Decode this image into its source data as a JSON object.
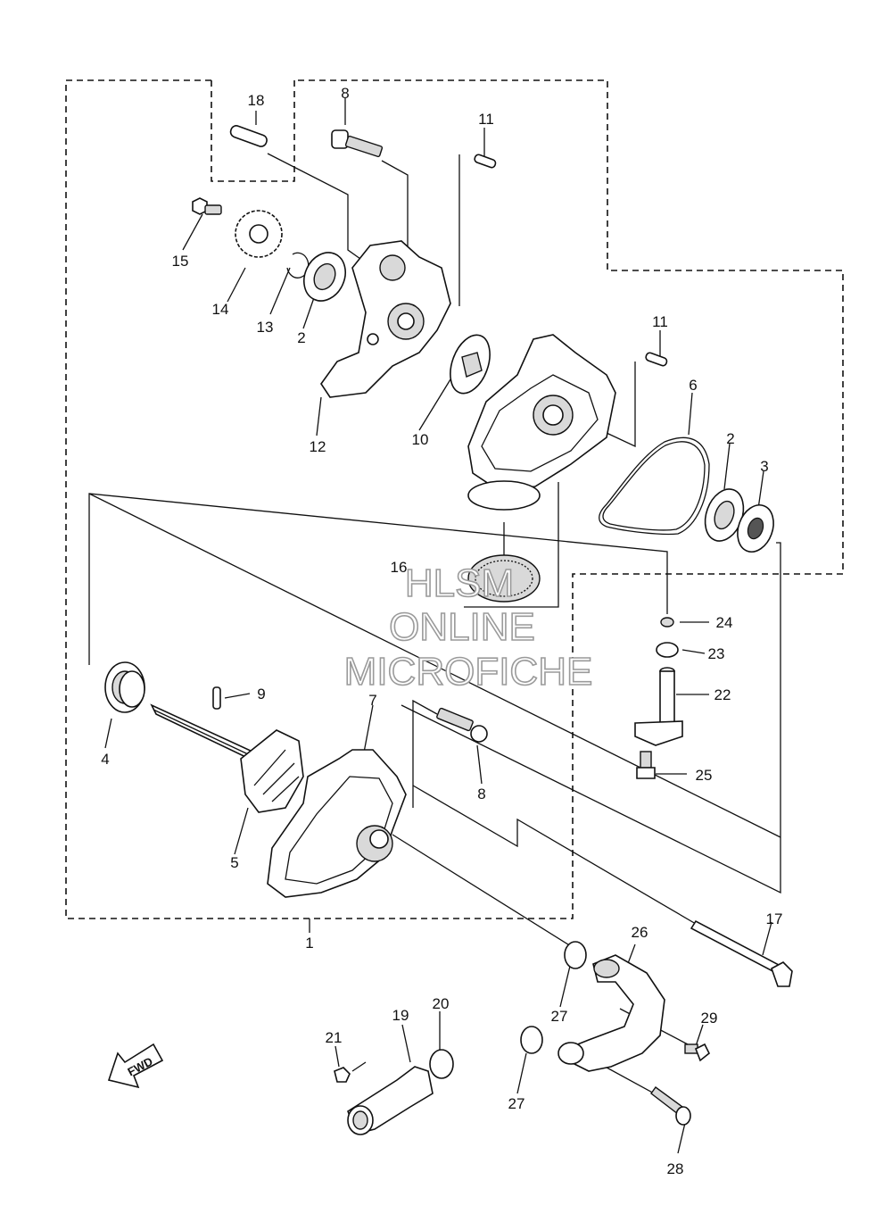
{
  "callouts": {
    "p1": "1",
    "p2a": "2",
    "p2b": "2",
    "p3": "3",
    "p4": "4",
    "p5": "5",
    "p6": "6",
    "p7": "7",
    "p8a": "8",
    "p8b": "8",
    "p9": "9",
    "p10": "10",
    "p11a": "11",
    "p11b": "11",
    "p12": "12",
    "p13": "13",
    "p14": "14",
    "p15": "15",
    "p16": "16",
    "p17": "17",
    "p18": "18",
    "p19": "19",
    "p20": "20",
    "p21": "21",
    "p22": "22",
    "p23": "23",
    "p24": "24",
    "p25": "25",
    "p26": "26",
    "p27a": "27",
    "p27b": "27",
    "p28": "28",
    "p29": "29"
  },
  "watermark": {
    "line1": "HLSM",
    "line2": "ONLINE",
    "line3": "MICROFICHE"
  },
  "fwd_label": "FWD"
}
